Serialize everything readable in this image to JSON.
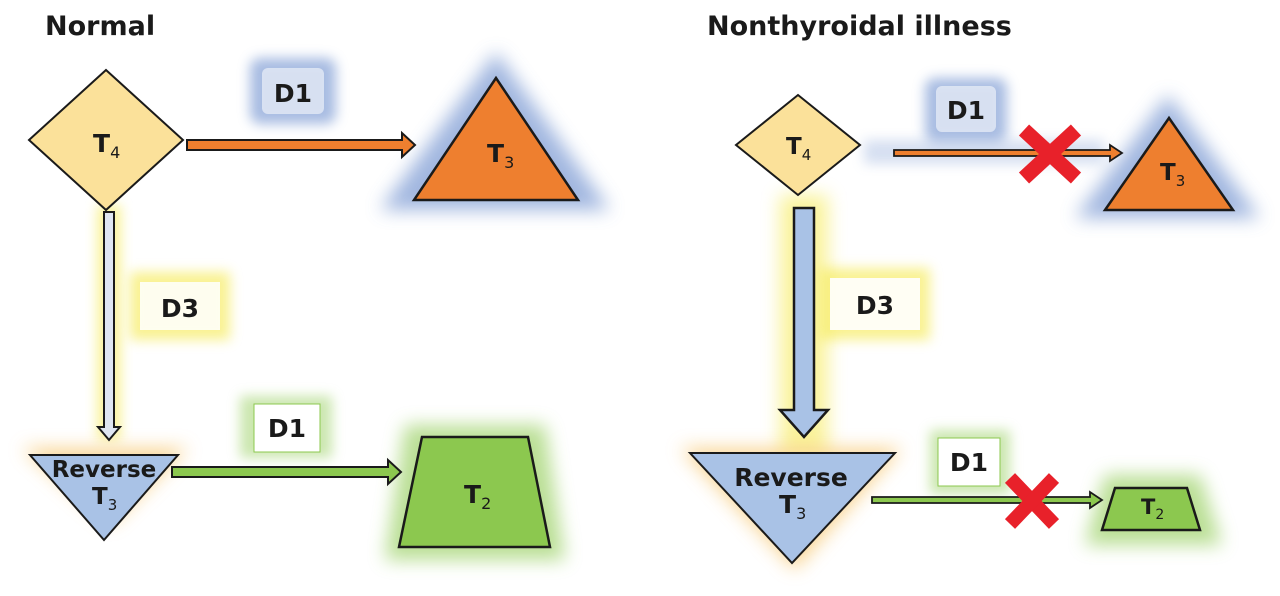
{
  "panels": {
    "normal": {
      "title": "Normal",
      "t4": {
        "base": "T",
        "sub": "4"
      },
      "t3": {
        "base": "T",
        "sub": "3"
      },
      "rt3": {
        "line1": "Reverse",
        "base": "T",
        "sub": "3"
      },
      "t2": {
        "base": "T",
        "sub": "2"
      },
      "enzyme_t4_t3": "D1",
      "enzyme_t4_rt3": "D3",
      "enzyme_rt3_t2": "D1"
    },
    "illness": {
      "title": "Nonthyroidal illness",
      "t4": {
        "base": "T",
        "sub": "4"
      },
      "t3": {
        "base": "T",
        "sub": "3"
      },
      "rt3": {
        "line1": "Reverse",
        "base": "T",
        "sub": "3"
      },
      "t2": {
        "base": "T",
        "sub": "2"
      },
      "enzyme_t4_t3": "D1",
      "enzyme_t4_rt3": "D3",
      "enzyme_rt3_t2": "D1"
    }
  },
  "colors": {
    "t4_fill": "#fbe19a",
    "t3_fill": "#ee7f2f",
    "rt3_fill": "#a9c2e6",
    "t2_fill": "#8cc84f",
    "glow_blue": "#8aa5d8",
    "glow_yellow": "#f5e94a",
    "glow_green": "#a9d77a",
    "glow_orange": "#f7c56a",
    "block_mark": "#e8212a"
  },
  "icons": {
    "block_mark": "x-mark-icon"
  }
}
